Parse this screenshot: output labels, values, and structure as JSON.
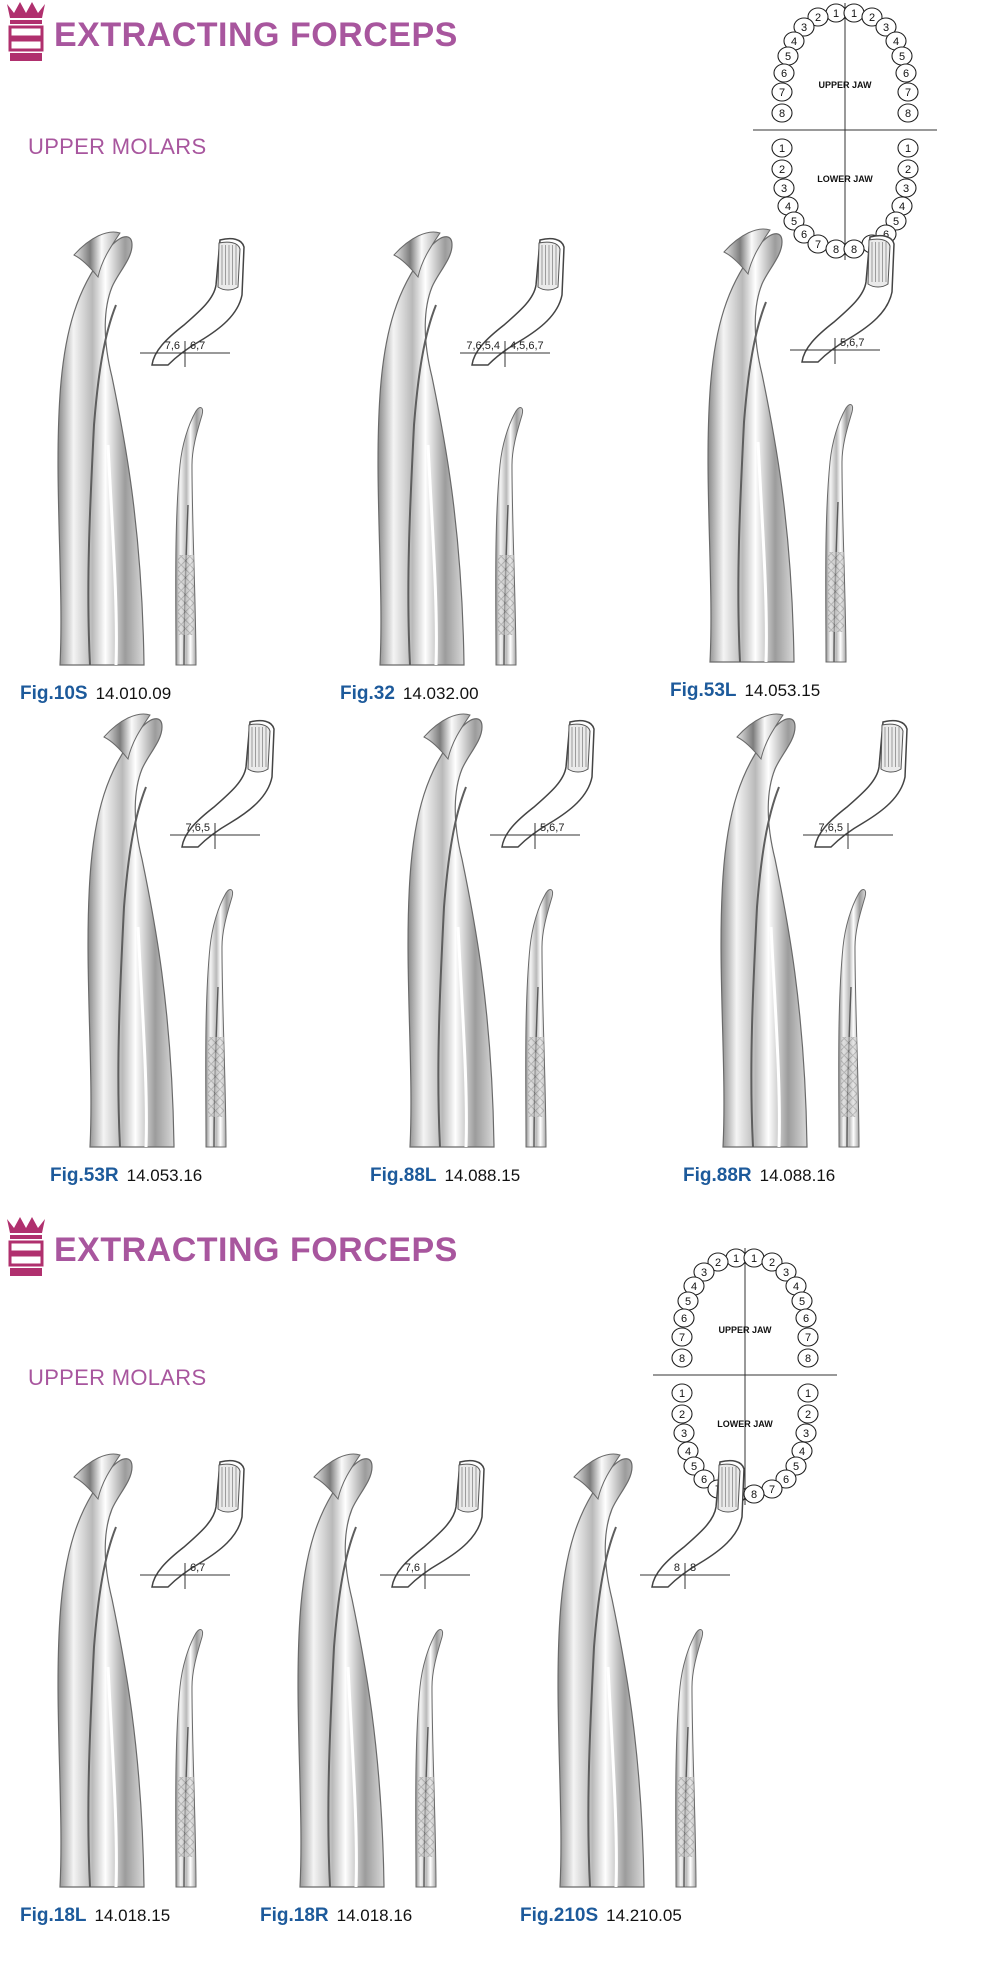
{
  "colors": {
    "heading": "#a8569e",
    "logo": "#b0306e",
    "figure_label": "#1d5a9b",
    "steel_light": "#f2f2f2",
    "steel_dark": "#6a6a6a"
  },
  "sections": [
    {
      "title": "EXTRACTING FORCEPS",
      "subtitle": "UPPER MOLARS",
      "jaw": {
        "upper_label": "UPPER JAW",
        "lower_label": "LOWER JAW",
        "upper_left": [
          "1",
          "2",
          "3",
          "4",
          "5",
          "6",
          "7",
          "8"
        ],
        "upper_right": [
          "1",
          "2",
          "3",
          "4",
          "5",
          "6",
          "7",
          "8"
        ],
        "lower_left": [
          "1",
          "2",
          "3",
          "4",
          "5",
          "6",
          "7",
          "8"
        ],
        "lower_right": [
          "1",
          "2",
          "3",
          "4",
          "5",
          "6",
          "7",
          "8"
        ]
      },
      "items": [
        {
          "fig": "Fig.10S",
          "code": "14.010.09",
          "left_teeth": "7,6",
          "right_teeth": "6,7",
          "icon": "forceps-upper-molar-icon"
        },
        {
          "fig": "Fig.32",
          "code": "14.032.00",
          "left_teeth": "7,6,5,4",
          "right_teeth": "4,5,6,7",
          "icon": "forceps-upper-molar-icon"
        },
        {
          "fig": "Fig.53L",
          "code": "14.053.15",
          "left_teeth": "",
          "right_teeth": "5,6,7",
          "icon": "forceps-upper-molar-icon"
        },
        {
          "fig": "Fig.53R",
          "code": "14.053.16",
          "left_teeth": "7,6,5",
          "right_teeth": "",
          "icon": "forceps-upper-molar-icon"
        },
        {
          "fig": "Fig.88L",
          "code": "14.088.15",
          "left_teeth": "",
          "right_teeth": "5,6,7",
          "icon": "forceps-upper-molar-icon"
        },
        {
          "fig": "Fig.88R",
          "code": "14.088.16",
          "left_teeth": "7,6,5",
          "right_teeth": "",
          "icon": "forceps-upper-molar-icon"
        }
      ]
    },
    {
      "title": "EXTRACTING FORCEPS",
      "subtitle": "UPPER MOLARS",
      "jaw": {
        "upper_label": "UPPER JAW",
        "lower_label": "LOWER JAW",
        "upper_left": [
          "1",
          "2",
          "3",
          "4",
          "5",
          "6",
          "7",
          "8"
        ],
        "upper_right": [
          "1",
          "2",
          "3",
          "4",
          "5",
          "6",
          "7",
          "8"
        ],
        "lower_left": [
          "1",
          "2",
          "3",
          "4",
          "5",
          "6",
          "7",
          "8"
        ],
        "lower_right": [
          "1",
          "2",
          "3",
          "4",
          "5",
          "6",
          "7",
          "8"
        ]
      },
      "items": [
        {
          "fig": "Fig.18L",
          "code": "14.018.15",
          "left_teeth": "",
          "right_teeth": "6,7",
          "icon": "forceps-upper-molar-icon"
        },
        {
          "fig": "Fig.18R",
          "code": "14.018.16",
          "left_teeth": "7,6",
          "right_teeth": "",
          "icon": "forceps-upper-molar-icon"
        },
        {
          "fig": "Fig.210S",
          "code": "14.210.05",
          "left_teeth": "8",
          "right_teeth": "8",
          "icon": "forceps-upper-molar-icon"
        }
      ]
    }
  ]
}
